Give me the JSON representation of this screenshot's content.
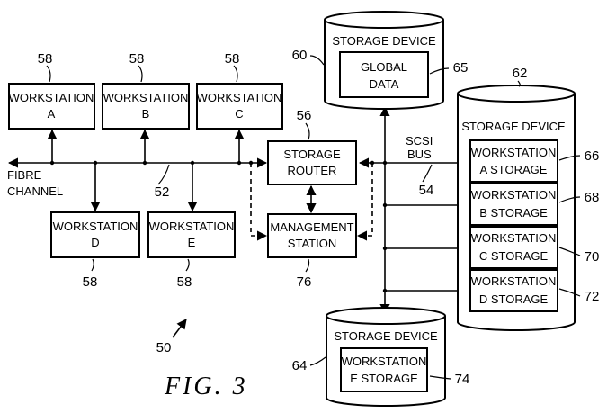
{
  "workstations": {
    "a": {
      "l1": "WORKSTATION",
      "l2": "A",
      "ref": "58"
    },
    "b": {
      "l1": "WORKSTATION",
      "l2": "B",
      "ref": "58"
    },
    "c": {
      "l1": "WORKSTATION",
      "l2": "C",
      "ref": "58"
    },
    "d": {
      "l1": "WORKSTATION",
      "l2": "D",
      "ref": "58"
    },
    "e": {
      "l1": "WORKSTATION",
      "l2": "E",
      "ref": "58"
    }
  },
  "fibre_channel": {
    "l1": "FIBRE",
    "l2": "CHANNEL",
    "ref": "52"
  },
  "storage_router": {
    "l1": "STORAGE",
    "l2": "ROUTER",
    "ref": "56"
  },
  "management_station": {
    "l1": "MANAGEMENT",
    "l2": "STATION",
    "ref": "76"
  },
  "scsi_bus": {
    "l1": "SCSI",
    "l2": "BUS",
    "ref": "54"
  },
  "storage_60": {
    "title": "STORAGE DEVICE",
    "ref": "60",
    "inner_l1": "GLOBAL",
    "inner_l2": "DATA",
    "inner_ref": "65"
  },
  "storage_62": {
    "title": "STORAGE DEVICE",
    "ref": "62",
    "partitions": [
      {
        "l1": "WORKSTATION",
        "l2": "A  STORAGE",
        "ref": "66"
      },
      {
        "l1": "WORKSTATION",
        "l2": "B  STORAGE",
        "ref": "68"
      },
      {
        "l1": "WORKSTATION",
        "l2": "C  STORAGE",
        "ref": "70"
      },
      {
        "l1": "WORKSTATION",
        "l2": "D  STORAGE",
        "ref": "72"
      }
    ]
  },
  "storage_64": {
    "title": "STORAGE DEVICE",
    "ref": "64",
    "inner_l1": "WORKSTATION",
    "inner_l2": "E  STORAGE",
    "inner_ref": "74"
  },
  "system_ref": "50",
  "figure_label": "FIG.  3"
}
